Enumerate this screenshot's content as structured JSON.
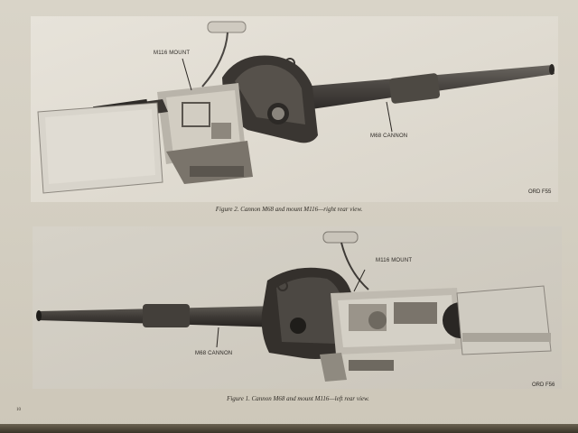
{
  "figure_top": {
    "label_mount": "M116 MOUNT",
    "label_cannon": "M68 CANNON",
    "ord_ref": "ORD F55",
    "caption": "Figure 2. Cannon M68 and mount M116—right rear view."
  },
  "figure_bottom": {
    "label_mount": "M116 MOUNT",
    "label_cannon": "M68 CANNON",
    "ord_ref": "ORD F56",
    "caption": "Figure 1. Cannon M68 and mount M116—left rear view."
  },
  "page_number": "10"
}
